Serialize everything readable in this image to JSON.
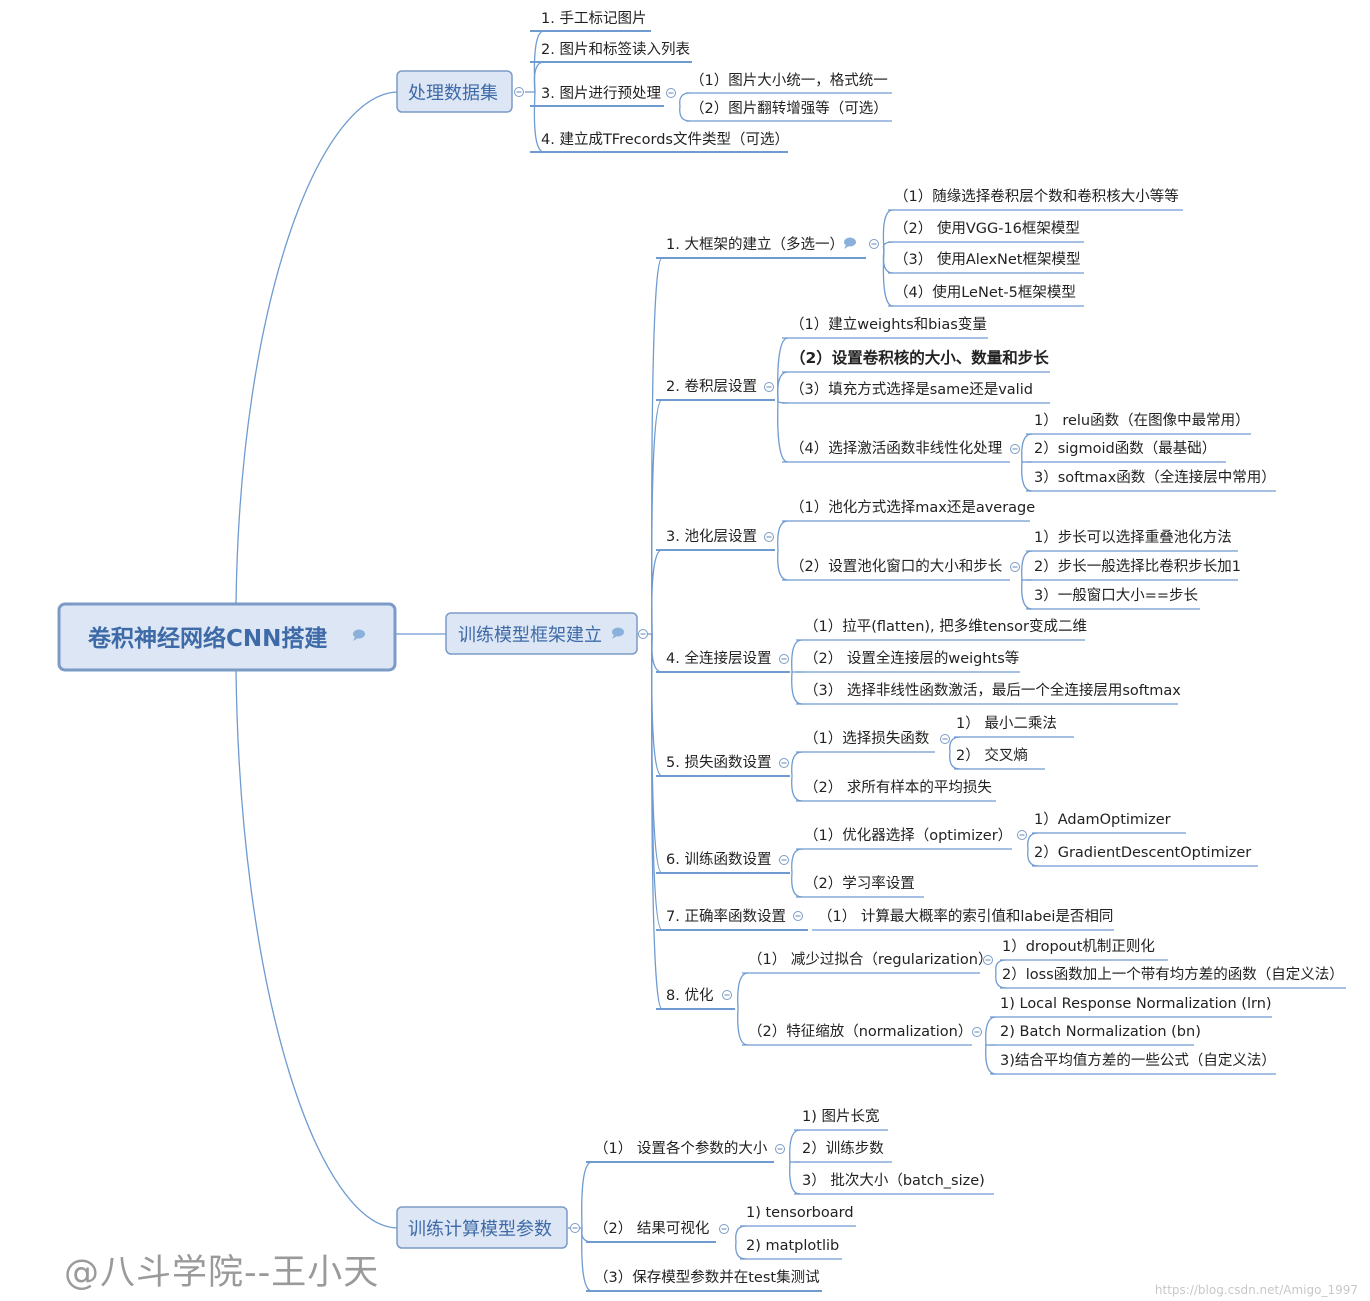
{
  "root": "卷积神经网络CNN搭建",
  "branches": {
    "data": {
      "label": "处理数据集",
      "items": [
        "1. 手工标记图片",
        "2. 图片和标签读入列表",
        "3. 图片进行预处理",
        "4. 建立成TFrecords文件类型（可选）"
      ],
      "preprocess": [
        "（1）图片大小统一，格式统一",
        "（2）图片翻转增强等（可选）"
      ]
    },
    "model": {
      "label": "训练模型框架建立",
      "items": [
        "1. 大框架的建立（多选一）",
        "2. 卷积层设置",
        "3. 池化层设置",
        "4. 全连接层设置",
        "5. 损失函数设置",
        "6. 训练函数设置",
        "7. 正确率函数设置",
        "8. 优化"
      ],
      "framework": [
        "（1）随缘选择卷积层个数和卷积核大小等等",
        "（2） 使用VGG-16框架模型",
        "（3） 使用AlexNet框架模型",
        "（4）使用LeNet-5框架模型"
      ],
      "conv": [
        "（1）建立weights和bias变量",
        "（2）设置卷积核的大小、数量和步长",
        "（3）填充方式选择是same还是valid",
        "（4）选择激活函数非线性化处理"
      ],
      "activation": [
        "1） relu函数（在图像中最常用）",
        "2）sigmoid函数（最基础）",
        "3）softmax函数（全连接层中常用）"
      ],
      "pool": [
        "（1）池化方式选择max还是average",
        "（2）设置池化窗口的大小和步长"
      ],
      "pool_window": [
        "1）步长可以选择重叠池化方法",
        "2）步长一般选择比卷积步长加1",
        "3）一般窗口大小==步长"
      ],
      "fc": [
        "（1）拉平(flatten), 把多维tensor变成二维",
        "（2） 设置全连接层的weights等",
        "（3） 选择非线性函数激活，最后一个全连接层用softmax"
      ],
      "loss": [
        "（1）选择损失函数",
        "（2） 求所有样本的平均损失"
      ],
      "loss_fn": [
        "1） 最小二乘法",
        "2） 交叉熵"
      ],
      "train": [
        "（1）优化器选择（optimizer）",
        "（2）学习率设置"
      ],
      "optimizer": [
        "1）AdamOptimizer",
        "2）GradientDescentOptimizer"
      ],
      "accuracy": [
        "（1） 计算最大概率的索引值和labei是否相同"
      ],
      "optimize": [
        "（1） 减少过拟合（regularization）",
        "（2）特征缩放（normalization）"
      ],
      "regularization": [
        "1）dropout机制正则化",
        "2）loss函数加上一个带有均方差的函数（自定义法）"
      ],
      "normalization": [
        "1) Local Response Normalization (lrn)",
        "2) Batch Normalization (bn)",
        "3)结合平均值方差的一些公式（自定义法）"
      ]
    },
    "params": {
      "label": "训练计算模型参数",
      "items": [
        "（1） 设置各个参数的大小",
        "（2） 结果可视化",
        "（3）保存模型参数并在test集测试"
      ],
      "sizes": [
        "1) 图片长宽",
        "2）训练步数",
        "3） 批次大小（batch_size)"
      ],
      "visual": [
        "1) tensorboard",
        "2) matplotlib"
      ]
    }
  },
  "watermark": "@八斗学院--王小天",
  "credit": "https://blog.csdn.net/Amigo_1997",
  "colors": {
    "line": "#6f9bd0",
    "box_fill": "#dce6f4",
    "box_border": "#7b9bc6",
    "main_text": "#3e6aa8"
  }
}
